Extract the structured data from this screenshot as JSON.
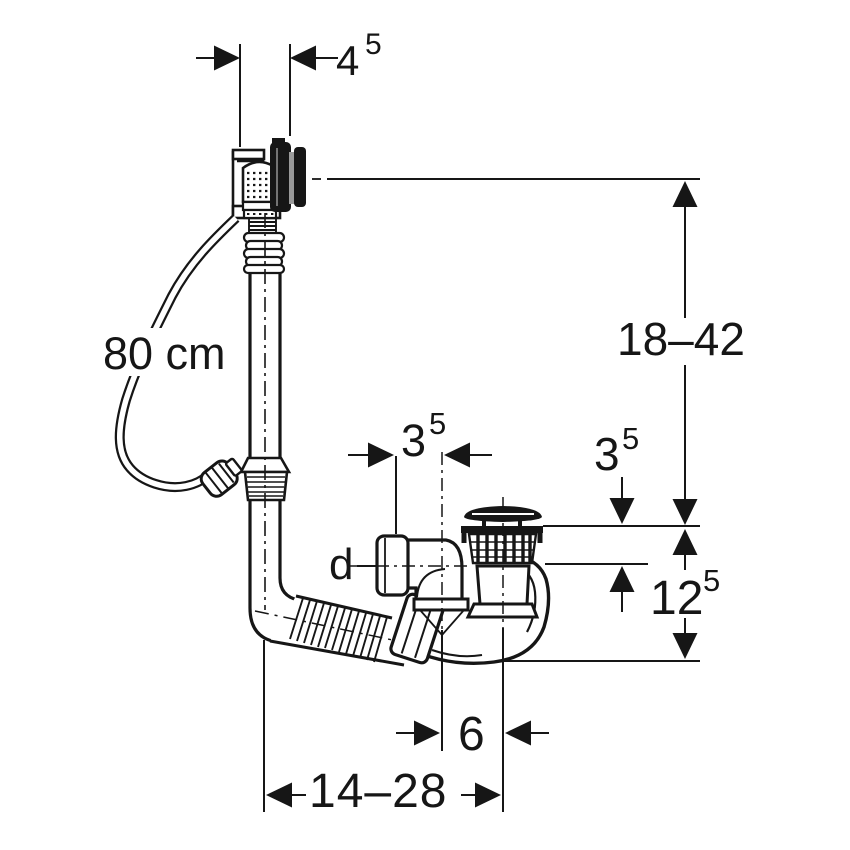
{
  "colors": {
    "ink": "#161616",
    "paper": "#ffffff"
  },
  "dimensions": {
    "top_width": {
      "main": "4",
      "sup": "5"
    },
    "hose_length": {
      "label": "80 cm"
    },
    "height_range": {
      "label": "18–42"
    },
    "offset_left": {
      "main": "3",
      "sup": "5"
    },
    "offset_right": {
      "main": "3",
      "sup": "5"
    },
    "trap_depth": {
      "main": "12",
      "sup": "5"
    },
    "outlet_diameter": {
      "label": "d"
    },
    "bottom_offset": {
      "label": "6"
    },
    "bottom_range": {
      "label": "14–28"
    }
  }
}
